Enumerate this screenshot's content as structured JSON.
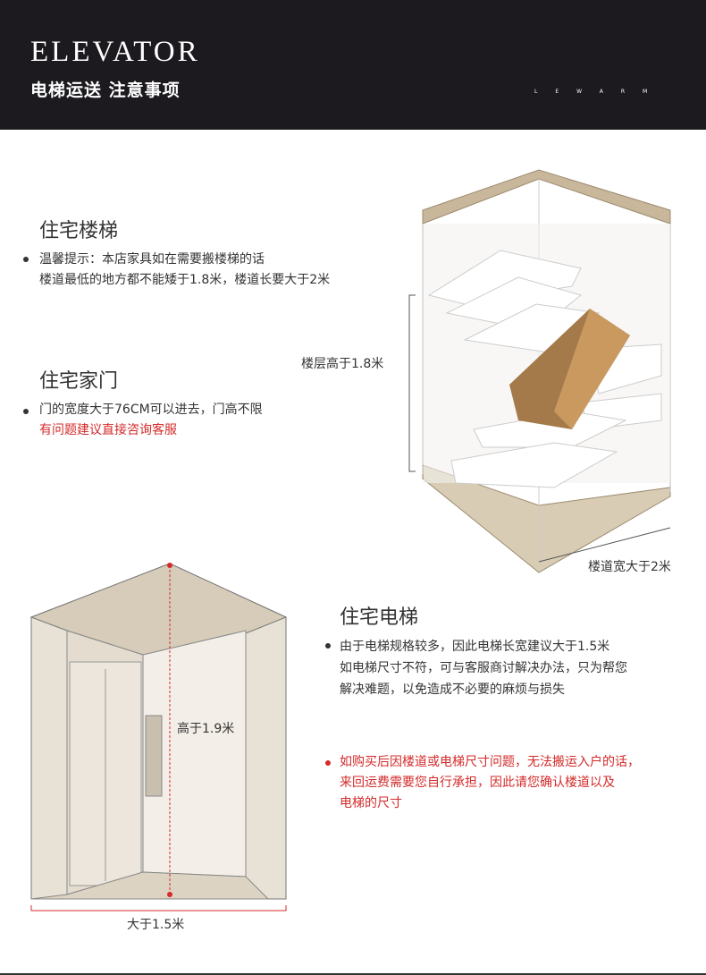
{
  "header": {
    "title_en": "ELEVATOR",
    "title_cn": "电梯运送 注意事项",
    "brand": "LEWARM"
  },
  "stairs": {
    "heading": "住宅楼梯",
    "lines": [
      "温馨提示：本店家具如在需要搬楼梯的话",
      "楼道最低的地方都不能矮于1.8米，楼道长要大于2米"
    ],
    "height_label": "楼层高于1.8米",
    "width_label": "楼道宽大于2米"
  },
  "door": {
    "heading": "住宅家门",
    "line": "门的宽度大于76CM可以进去，门高不限",
    "note": "有问题建议直接咨询客服"
  },
  "elevator": {
    "heading": "住宅电梯",
    "lines": [
      "由于电梯规格较多，因此电梯长宽建议大于1.5米",
      "如电梯尺寸不符，可与客服商讨解决办法，只为帮您",
      "解决难题，以免造成不必要的麻烦与损失"
    ],
    "warning": [
      "如购买后因楼道或电梯尺寸问题，无法搬运入户的话，",
      "来回运费需要您自行承担，因此请您确认楼道以及",
      "电梯的尺寸"
    ],
    "height_label": "高于1.9米",
    "width_label": "大于1.5米"
  },
  "colors": {
    "header_bg": "#1c1a1f",
    "accent_red": "#d42a2a",
    "wood": "#c8b79a"
  }
}
